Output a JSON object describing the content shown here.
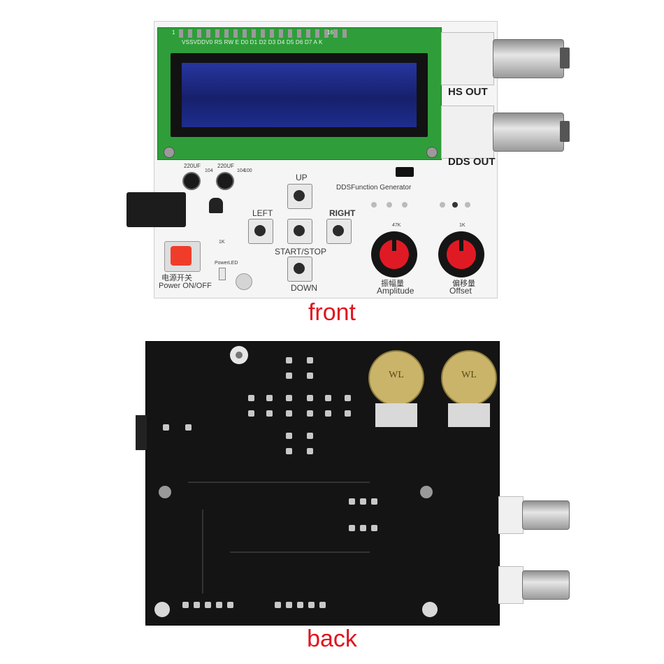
{
  "captions": {
    "front": "front",
    "back": "back"
  },
  "front_board": {
    "header_pins": "VSSVDDV0 RS  RW  E   D0  D1  D2  D3  D4  D5  D6  D7   A   K",
    "pin_index_start": "1",
    "pin_index_end": "16",
    "outputs": {
      "hs": "HS OUT",
      "dds": "DDS OUT"
    },
    "buttons": {
      "up": "UP",
      "left": "LEFT",
      "right": "RIGHT",
      "start_stop": "START/STOP",
      "down": "DOWN"
    },
    "board_title": "DDSFunction Generator",
    "caps": {
      "c1": "220UF",
      "c1b": "104",
      "c2": "220UF",
      "c2b": "104",
      "c2c": "100"
    },
    "power": {
      "label_cn": "电源开关",
      "label_en": "Power ON/OFF",
      "led_label": "PowerLED",
      "res": "1K"
    },
    "knobs": {
      "amplitude": {
        "label_cn": "振幅量",
        "label_en": "Amplitude",
        "value": "47K"
      },
      "offset": {
        "label_cn": "偏移量",
        "label_en": "Offset",
        "value": "1K"
      }
    },
    "colors": {
      "pcb": "#f4f4f4",
      "lcd_frame": "#2f9e3a",
      "lcd_screen": "#1b2a8a",
      "knob": "#e01a24"
    }
  },
  "back_board": {
    "pot_marks": {
      "left": "WL",
      "right": "WL"
    },
    "colors": {
      "pcb": "#141414",
      "pot": "#c9b46a"
    }
  }
}
